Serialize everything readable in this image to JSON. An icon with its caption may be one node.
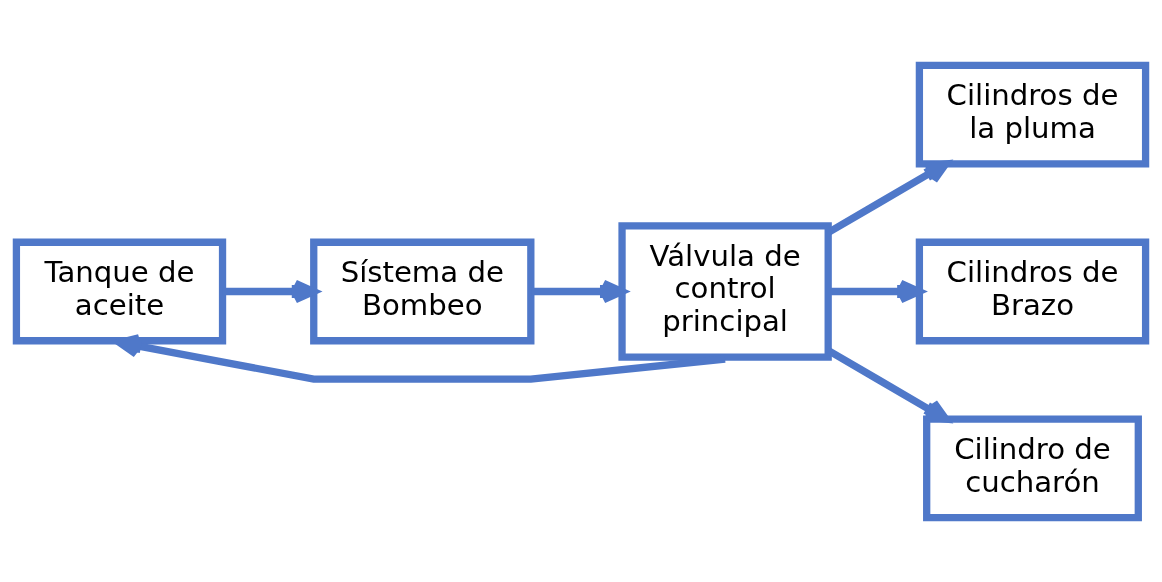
{
  "diagram": {
    "nodes": [
      {
        "text": [
          "Tanque de aceite"
        ]
      },
      {
        "text": [
          "Sístema de Bombeo"
        ]
      },
      {
        "text": [
          "Válvula de control principal"
        ]
      },
      {
        "text": [
          "Cilindros de la pluma"
        ]
      },
      {
        "text": [
          "Cilindros de Brazo"
        ]
      },
      {
        "text": [
          "Cilindro de cucharón"
        ]
      }
    ],
    "edges": [
      {
        "from": 0,
        "to": 1,
        "arrow": "to"
      },
      {
        "from": 1,
        "to": 2,
        "arrow": "to"
      },
      {
        "from": 2,
        "to": 3,
        "arrow": "to"
      },
      {
        "from": 2,
        "to": 4,
        "arrow": "to"
      },
      {
        "from": 2,
        "to": 5,
        "arrow": "to"
      },
      {
        "from": 2,
        "to": 0,
        "arrow": "to"
      }
    ]
  }
}
